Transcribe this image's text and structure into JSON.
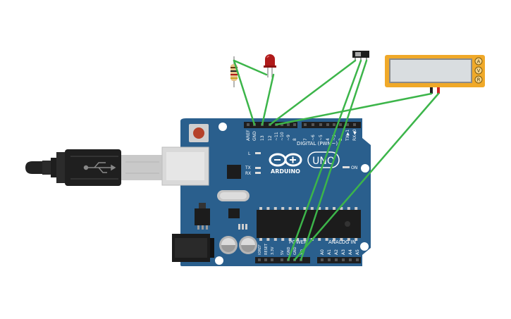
{
  "board": {
    "logo": "ARDUINO",
    "model": "UNO",
    "digital_label": "DIGITAL (PWM~)",
    "power_label": "POWER",
    "analog_label": "ANALOG IN",
    "led_l": "L",
    "led_tx": "TX",
    "led_rx": "RX",
    "led_on": "ON",
    "digital_pins": [
      "AREF",
      "GND",
      "13",
      "12",
      "~11",
      "~10",
      "~9",
      "8",
      "7",
      "~6",
      "~5",
      "4",
      "~3",
      "2",
      "TX▶1",
      "RX◀0"
    ],
    "power_pins": [
      "IOREF",
      "RESET",
      "3.3V",
      "5V",
      "GND",
      "GND",
      "Vin"
    ],
    "analog_pins": [
      "A0",
      "A1",
      "A2",
      "A3",
      "A4",
      "A5"
    ]
  },
  "multimeter": {
    "buttons": [
      "A",
      "V",
      "R"
    ]
  },
  "colors": {
    "board": "#2a5f8d",
    "wire": "#3cb54a",
    "multimeter": "#f0a929",
    "led": "#b01a1a"
  }
}
